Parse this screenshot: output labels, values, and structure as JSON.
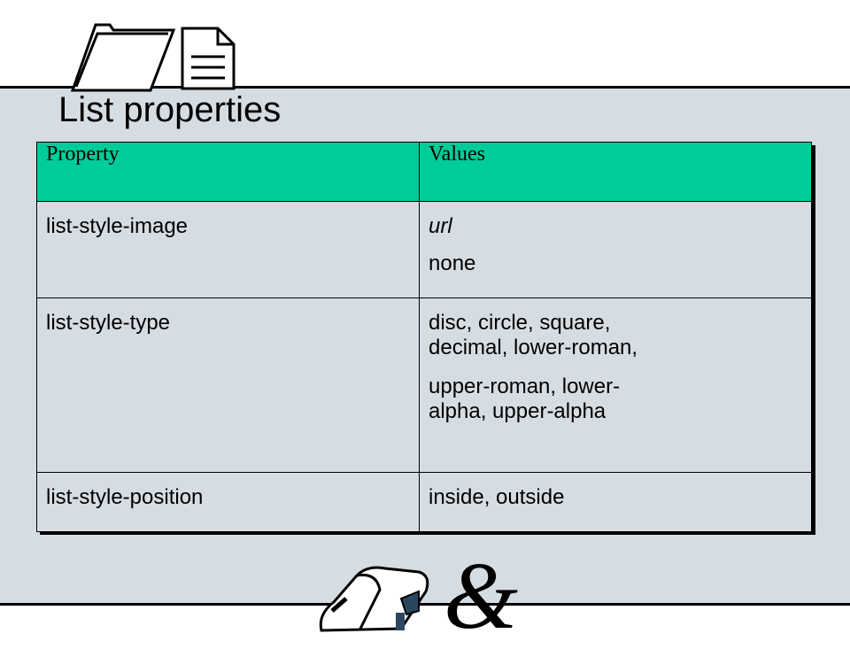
{
  "slide": {
    "title": "List properties"
  },
  "table": {
    "headers": [
      "Property",
      "Values"
    ],
    "rows": [
      {
        "property": "list-style-image",
        "values": [
          "url",
          "none"
        ]
      },
      {
        "property": "list-style-type",
        "values": [
          "disc, circle, square,",
          "decimal, lower-roman,",
          "upper-roman, lower-",
          "alpha, upper-alpha"
        ]
      },
      {
        "property": "list-style-position",
        "values": [
          "inside, outside"
        ]
      }
    ]
  },
  "colors": {
    "background_band": "#d5dde3",
    "header_fill": "#00cc99",
    "rules": "#000000"
  },
  "icons": {
    "top_left": [
      "folder-icon",
      "document-icon"
    ],
    "bottom": [
      "mailbox-icon",
      "ampersand-icon"
    ]
  }
}
